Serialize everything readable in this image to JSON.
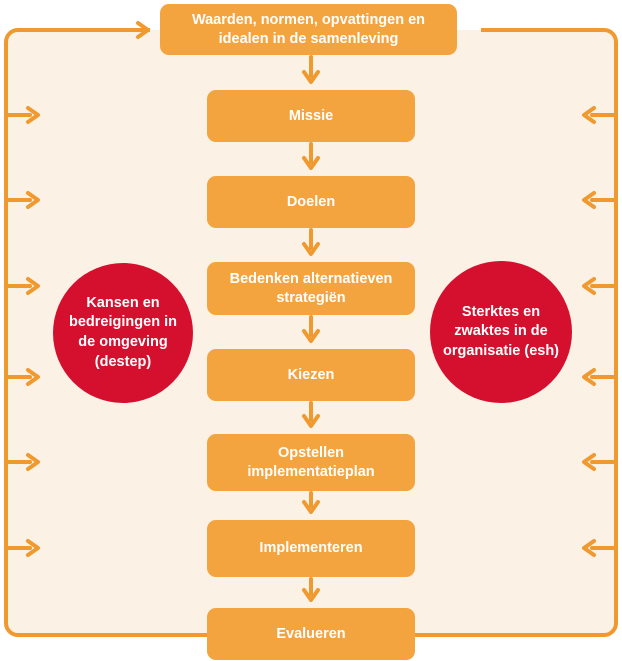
{
  "flow": {
    "steps": [
      {
        "label": "Waarden, normen, opvattingen en idealen in de samenleving"
      },
      {
        "label": "Missie"
      },
      {
        "label": "Doelen"
      },
      {
        "label": "Bedenken alternatieven strategiën"
      },
      {
        "label": "Kiezen"
      },
      {
        "label": "Opstellen implementatieplan"
      },
      {
        "label": "Implementeren"
      },
      {
        "label": "Evalueren"
      }
    ]
  },
  "factors": {
    "left_circle": {
      "label": "Kansen en bedreigingen in de omgeving (destep)"
    },
    "right_circle": {
      "label": "Sterktes en zwaktes in de organisatie (esh)"
    }
  },
  "colors": {
    "box_orange": "#F4A43E",
    "arrow_orange": "#F0992F",
    "circle_red": "#D50F2E",
    "background_cream": "#FBF1E5",
    "text": "#FFFFFF"
  }
}
